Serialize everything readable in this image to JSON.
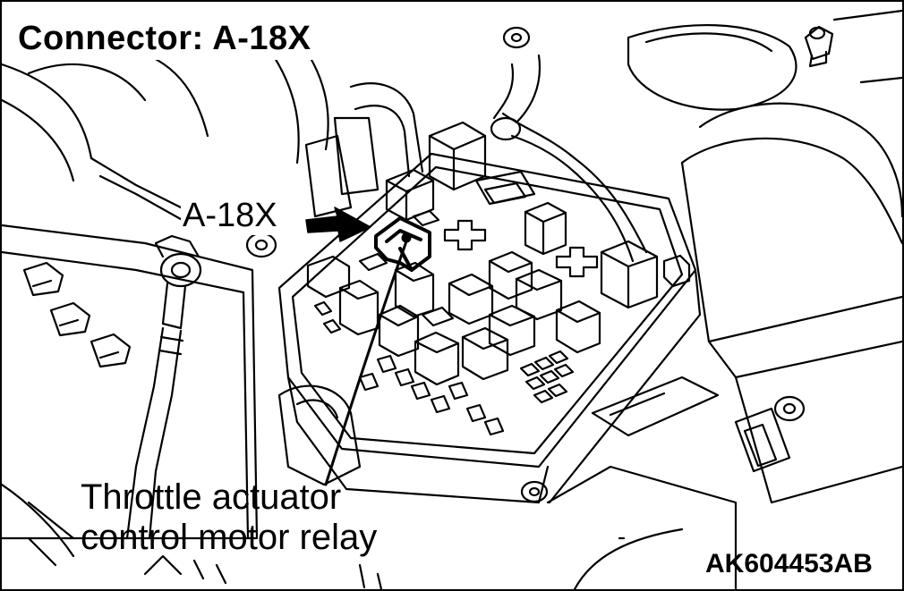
{
  "title": "Connector: A-18X",
  "callout": "A-18X",
  "part_label": {
    "line1": "Throttle actuator",
    "line2": "control motor relay"
  },
  "figure_id": "AK604453AB"
}
